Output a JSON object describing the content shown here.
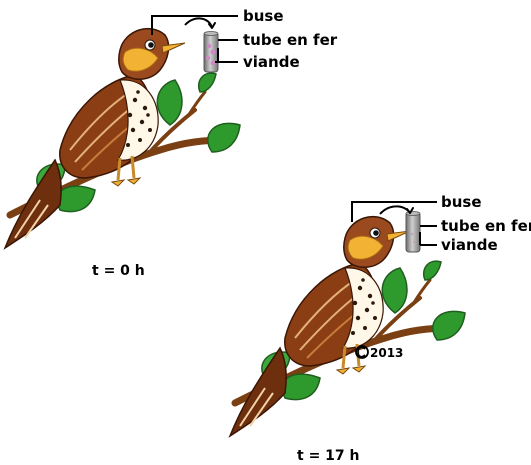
{
  "panels": [
    {
      "caption": "t = 0 h",
      "labels": {
        "beak": "buse",
        "tube": "tube en fer",
        "meat": "viande"
      }
    },
    {
      "caption": "t = 17 h",
      "labels": {
        "beak": "buse",
        "tube": "tube en fer",
        "meat": "viande"
      }
    }
  ],
  "copyright": "2013",
  "colors": {
    "body_brown": "#8B3E13",
    "head_brown": "#9A4A1E",
    "yellow": "#F2B233",
    "leaf_green": "#2E9A2E",
    "tube_grey": "#9C9C9C",
    "meat_pink": "#D088C8"
  }
}
